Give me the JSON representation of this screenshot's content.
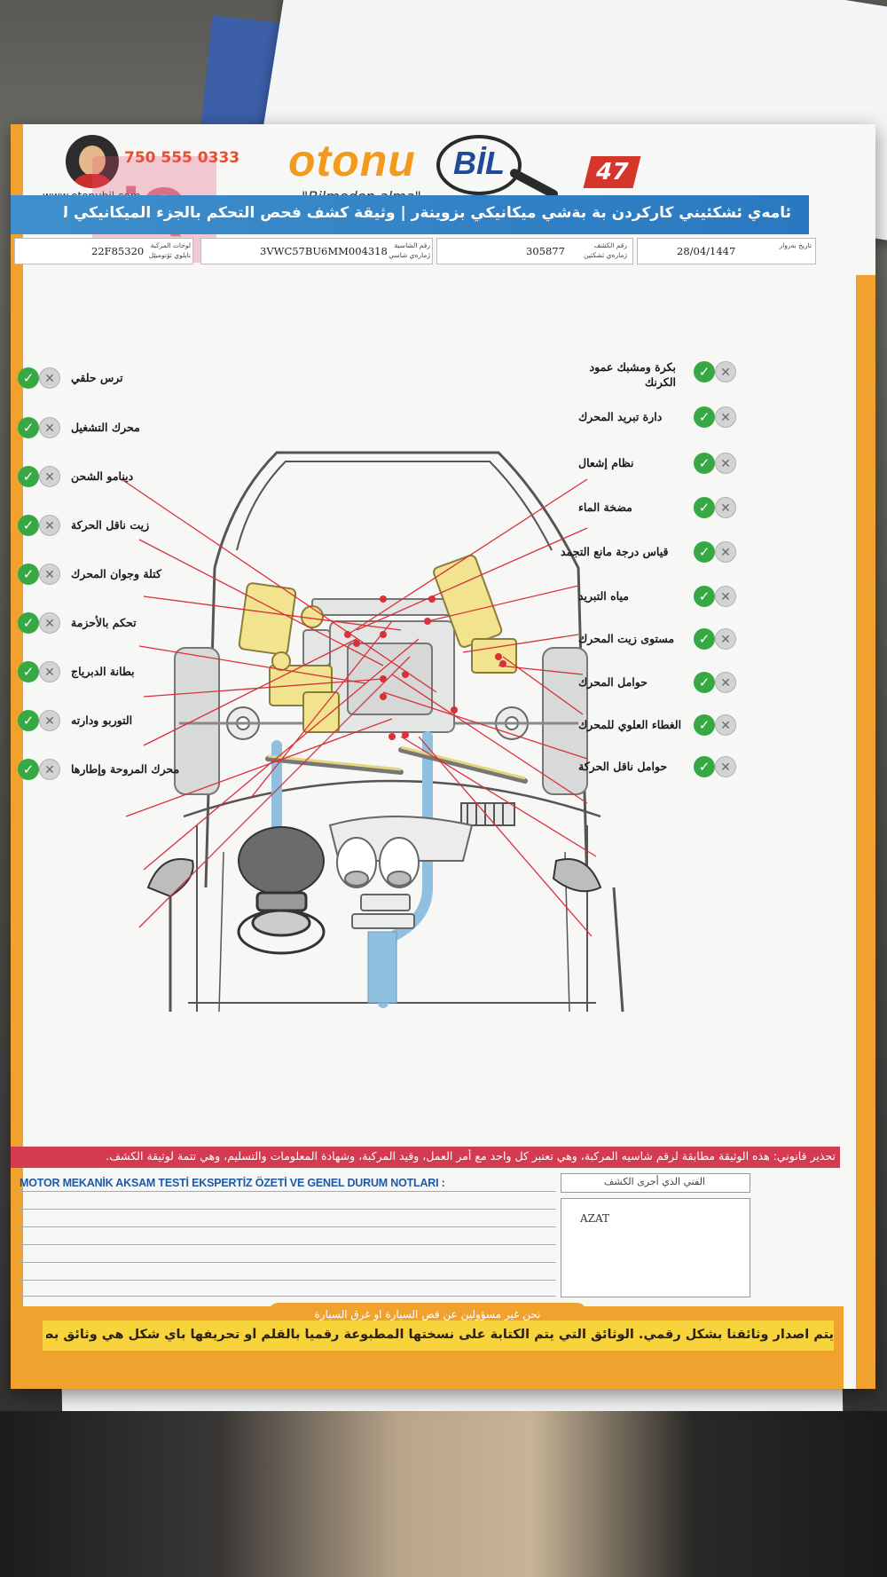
{
  "header": {
    "phone": "750 555 0333",
    "website": "www.otonubil.com",
    "brand_otonu": "otonu",
    "brand_bil": "BİL",
    "slogan": "\"Bilmeden alma\"",
    "badge": "47",
    "title": "ئامەي ئشكئيني كاركردن بة بةشي ميكانيكي بزوينةر | وثيقة كشف فحص التحكم بالجزء الميكانيكي للمحرك"
  },
  "fields": {
    "plate": {
      "label": "لوحات المركبة تابلوي ئۆتومبێل",
      "value": "22F85320"
    },
    "chassis": {
      "label": "رقم الشاسية ژمارەي شاسي",
      "value": "3VWC57BU6MM004318"
    },
    "report": {
      "label": "رقم الكشف ژمارەي ئشكئين",
      "value": "305877"
    },
    "date": {
      "label": "تاريخ بەروار",
      "value": "28/04/1447"
    }
  },
  "icons": {
    "check": "check-icon",
    "cross": "cross-icon",
    "check_glyph": "✓",
    "cross_glyph": "✕"
  },
  "colors": {
    "check": "#38a845",
    "orange": "#f0a22e",
    "blue": "#2a78c0",
    "red_line": "#d9303a"
  },
  "left_items": [
    {
      "label": "ترس حلقي"
    },
    {
      "label": "محرك التشغيل"
    },
    {
      "label": "دينامو الشحن"
    },
    {
      "label": "زيت ناقل الحركة"
    },
    {
      "label": "كتلة وجوان المحرك"
    },
    {
      "label": "تحكم بالأحزمة"
    },
    {
      "label": "بطانة الدبرياج"
    },
    {
      "label": "التوربو ودارته"
    },
    {
      "label": "محرك المروحة وإطارها"
    }
  ],
  "right_items": [
    {
      "label": "بكرة ومشبك عمود الكرنك"
    },
    {
      "label": "دارة تبريد المحرك"
    },
    {
      "label": "نظام إشعال"
    },
    {
      "label": "مضخة الماء"
    },
    {
      "label": "قياس درجة مانع التجمد"
    },
    {
      "label": "مياه التبريد"
    },
    {
      "label": "مستوى زيت المحرك"
    },
    {
      "label": "حوامل المحرك"
    },
    {
      "label": "الغطاء العلوي للمحرك"
    },
    {
      "label": "حوامل ناقل الحركة"
    }
  ],
  "warning": "تحذير قانوني: هذه الوثيقة مطابقة لرقم شاسيه المركبة، وهي تعتبر كل واحد مع أمر العمل، وقيد المركبة، وشهادة المعلومات والتسليم، وهي تتمة لوثيقة الكشف.",
  "notes_title": "MOTOR MEKANİK AKSAM TESTİ EKSPERTİZ ÖZETİ VE GENEL DURUM NOTLARI :",
  "technician": {
    "label": "الفني الذي أجرى الكشف",
    "name": "AZAT"
  },
  "footer": {
    "line1": "نحن غير مسؤولين عن قص السيارة او غرق السيارة",
    "line2": "يتم اصدار وثائقنا بشكل رقمي. الوثائق التي يتم الكتابة على نسختها المطبوعة رقمياً بالقلم أو تحريفها باي شكل هي وثائق بطلة."
  }
}
